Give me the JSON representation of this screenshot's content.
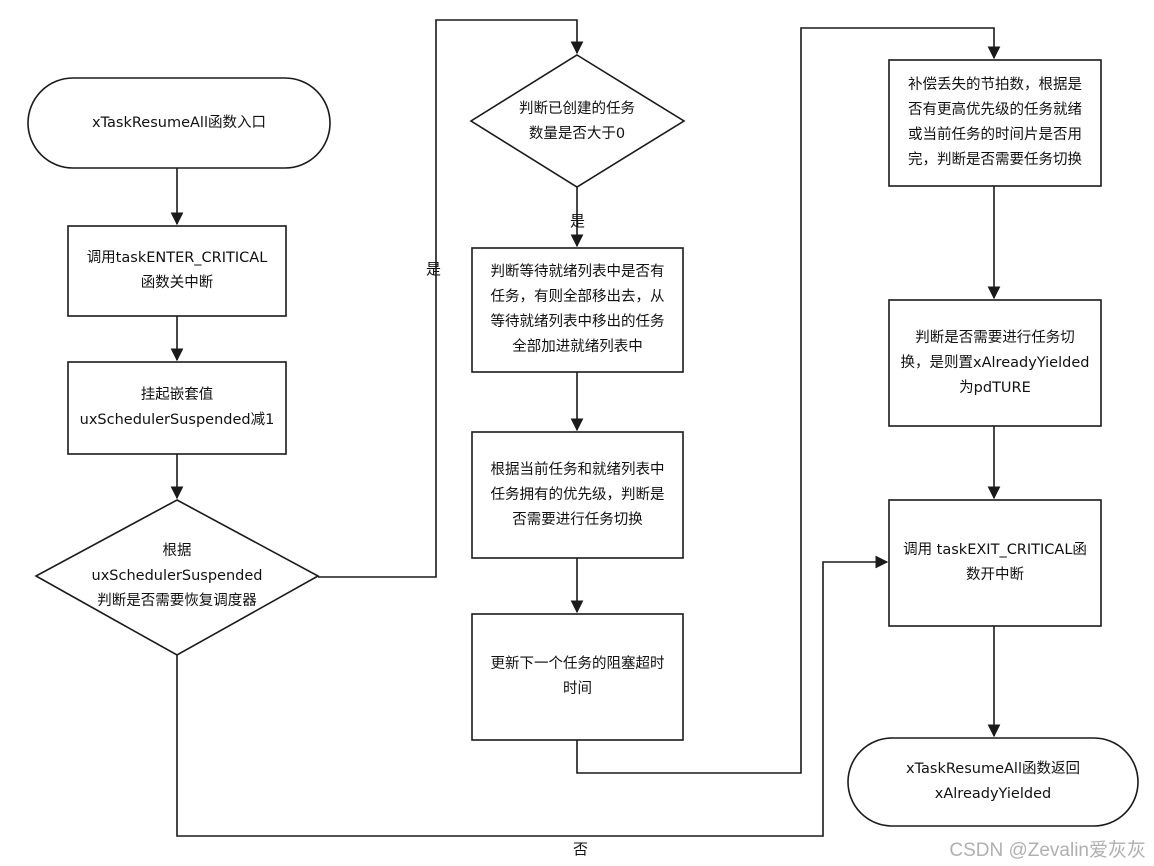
{
  "nodes": {
    "start": "xTaskResumeAll函数入口",
    "enter_critical": "调用taskENTER_CRITICAL\n函数关中断",
    "suspend_dec": "挂起嵌套值\nuxSchedulerSuspended减1",
    "check_resume": "根据\nuxSchedulerSuspended\n判断是否需要恢复调度器",
    "check_tasks": "判断已创建的任务\n数量是否大于0",
    "move_pending": "判断等待就绪列表中是否有\n任务，有则全部移出去，从\n等待就绪列表中移出的任务\n全部加进就绪列表中",
    "priority_check": "根据当前任务和就绪列表中\n任务拥有的优先级，判断是\n否需要进行任务切换",
    "update_timeout": "更新下一个任务的阻塞超时\n时间",
    "compensate_ticks": "补偿丢失的节拍数，根据是\n否有更高优先级的任务就绪\n或当前任务的时间片是否用\n完，判断是否需要任务切换",
    "set_yielded": "判断是否需要进行任务切\n换，是则置xAlreadyYielded\n为pdTURE",
    "exit_critical": "调用 taskEXIT_CRITICAL函\n数开中断",
    "end": "xTaskResumeAll函数返回\nxAlreadyYielded"
  },
  "edge_labels": {
    "yes_resume": "是",
    "yes_tasks": "是",
    "no_resume": "否"
  },
  "watermark": "CSDN @Zevalin爱灰灰",
  "colors": {
    "stroke": "#1a1a1a",
    "background": "#ffffff",
    "watermark": "#b0b0b0"
  }
}
